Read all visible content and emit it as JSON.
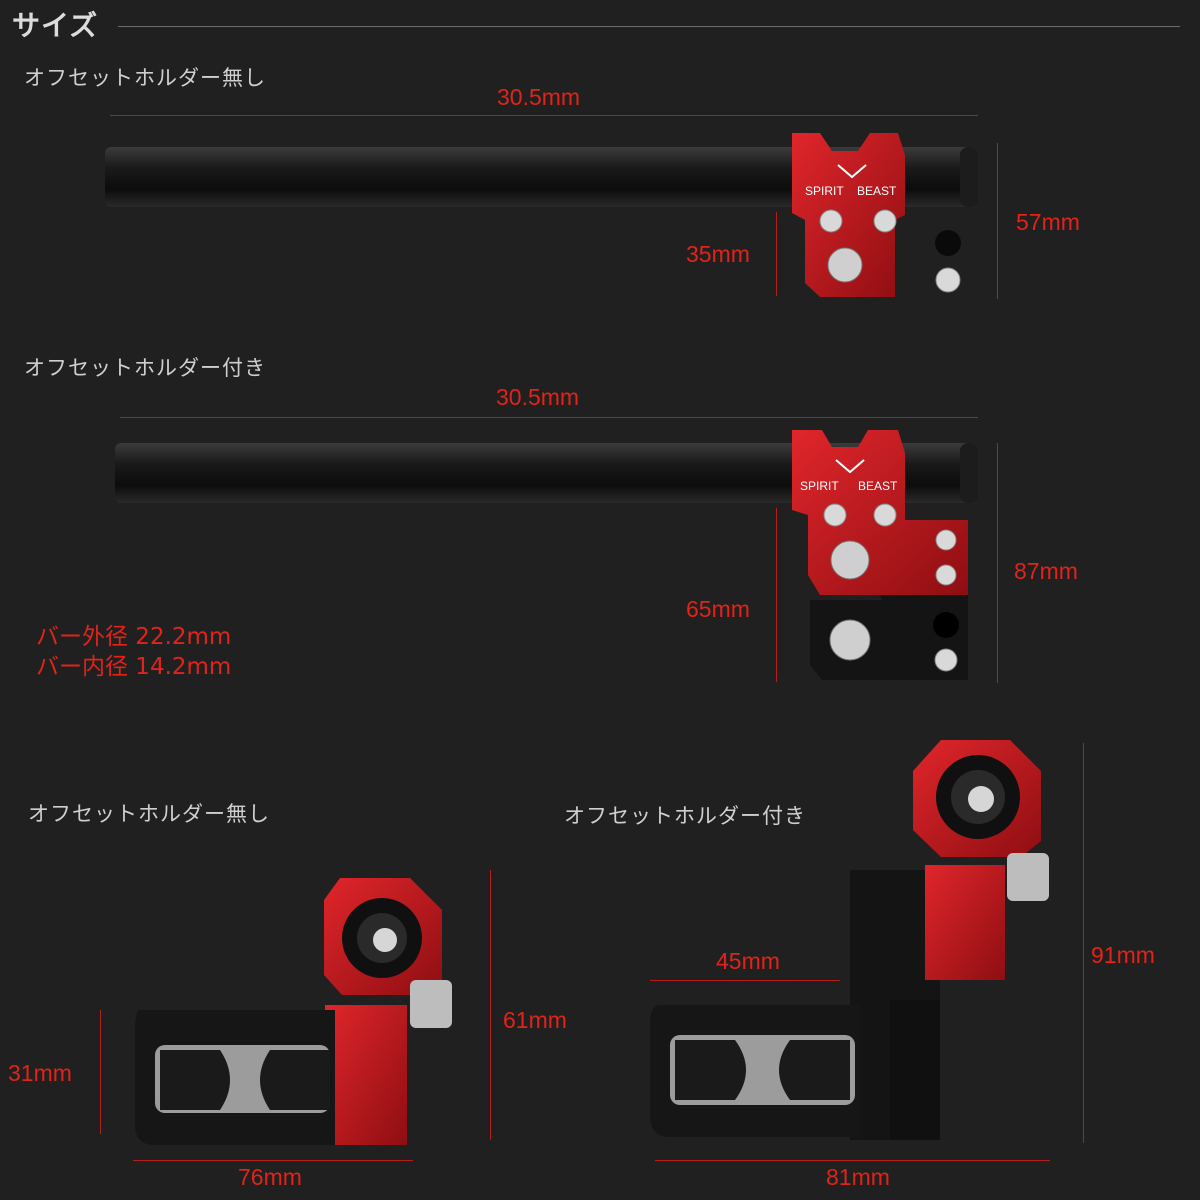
{
  "header": {
    "title": "サイズ"
  },
  "captions": {
    "top_without": "オフセットホルダー無し",
    "top_with": "オフセットホルダー付き",
    "side_without": "オフセットホルダー無し",
    "side_with": "オフセットホルダー付き"
  },
  "dimensions": {
    "top_without_length": "30.5mm",
    "top_without_height": "57mm",
    "top_without_offset": "35mm",
    "top_with_length": "30.5mm",
    "top_with_height": "87mm",
    "top_with_offset": "65mm",
    "side_without_height": "61mm",
    "side_without_clamp": "31mm",
    "side_without_width": "76mm",
    "side_with_height": "91mm",
    "side_with_offset": "45mm",
    "side_with_width": "81mm"
  },
  "specs": {
    "outer_diameter": "バー外径 22.2mm",
    "inner_diameter": "バー内径 14.2mm"
  },
  "logo": {
    "line1": "SPIRIT",
    "line2": "BEAST"
  },
  "colors": {
    "background": "#202020",
    "accent_red": "#e2231a",
    "rule_red": "#b3201b",
    "part_red": "#c8161c",
    "part_black": "#151515"
  }
}
